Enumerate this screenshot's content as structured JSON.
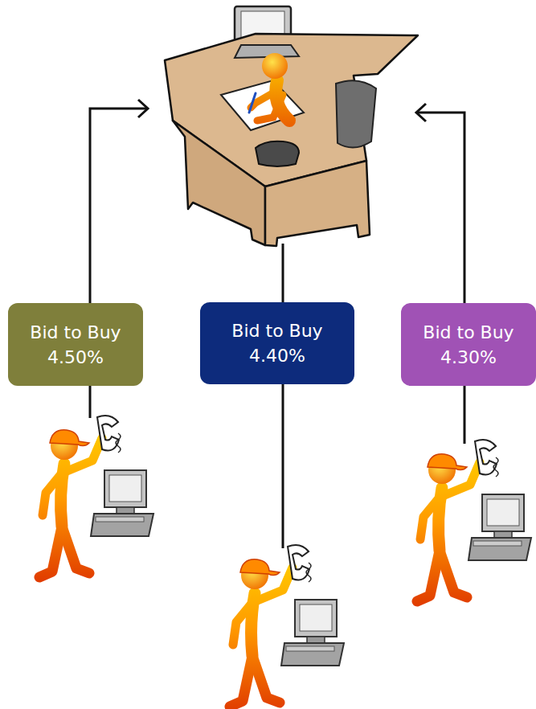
{
  "diagram": {
    "nodes": [
      {
        "text": [
          "Bid to Buy",
          "4.50%"
        ]
      },
      {
        "text": [
          "Bid to Buy",
          "4.40%"
        ]
      },
      {
        "text": [
          "Bid to Buy",
          "4.30%"
        ]
      }
    ]
  }
}
